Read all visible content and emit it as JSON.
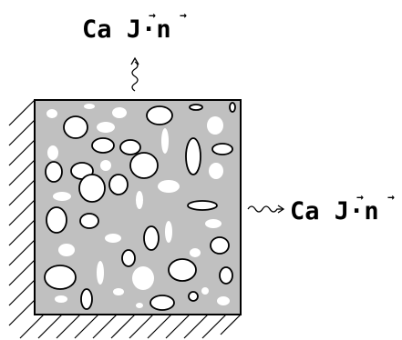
{
  "labels": {
    "top_flux": {
      "coefficient": "Ca",
      "flux_symbol": "J",
      "dot": "·",
      "normal_symbol": "n",
      "vector_arrow": "→"
    },
    "right_flux": {
      "coefficient": "Ca",
      "flux_symbol": "J",
      "dot": "·",
      "normal_symbol": "n",
      "vector_arrow": "→"
    }
  },
  "colors": {
    "matrix_fill": "#c0c0c0",
    "inclusion_fill": "#ffffff",
    "outline": "#000000",
    "background": "#ffffff"
  }
}
